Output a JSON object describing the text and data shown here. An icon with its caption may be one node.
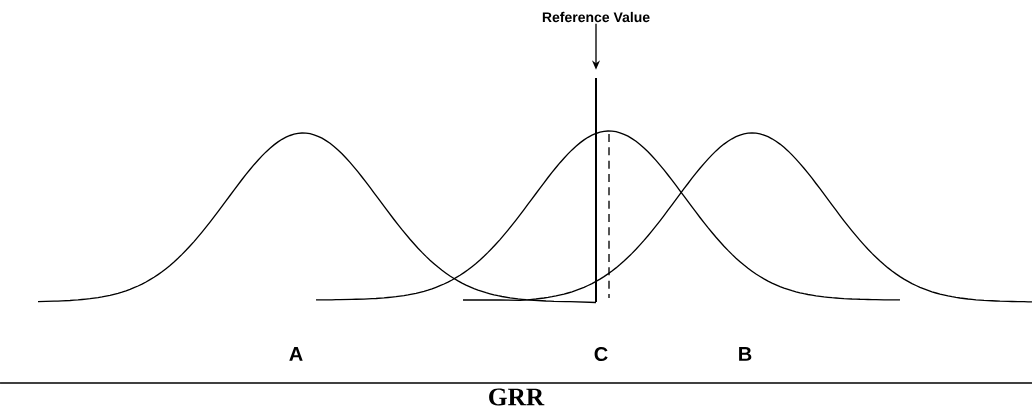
{
  "diagram": {
    "caption": "GRR",
    "nodes": [
      {
        "text": [
          "Reference Value"
        ]
      },
      {
        "text": [],
        "shape": "bar"
      }
    ],
    "edges": [
      {
        "from": 0,
        "to": 1,
        "arrow": "to"
      }
    ],
    "labels": [
      "A",
      "C",
      "B"
    ]
  }
}
